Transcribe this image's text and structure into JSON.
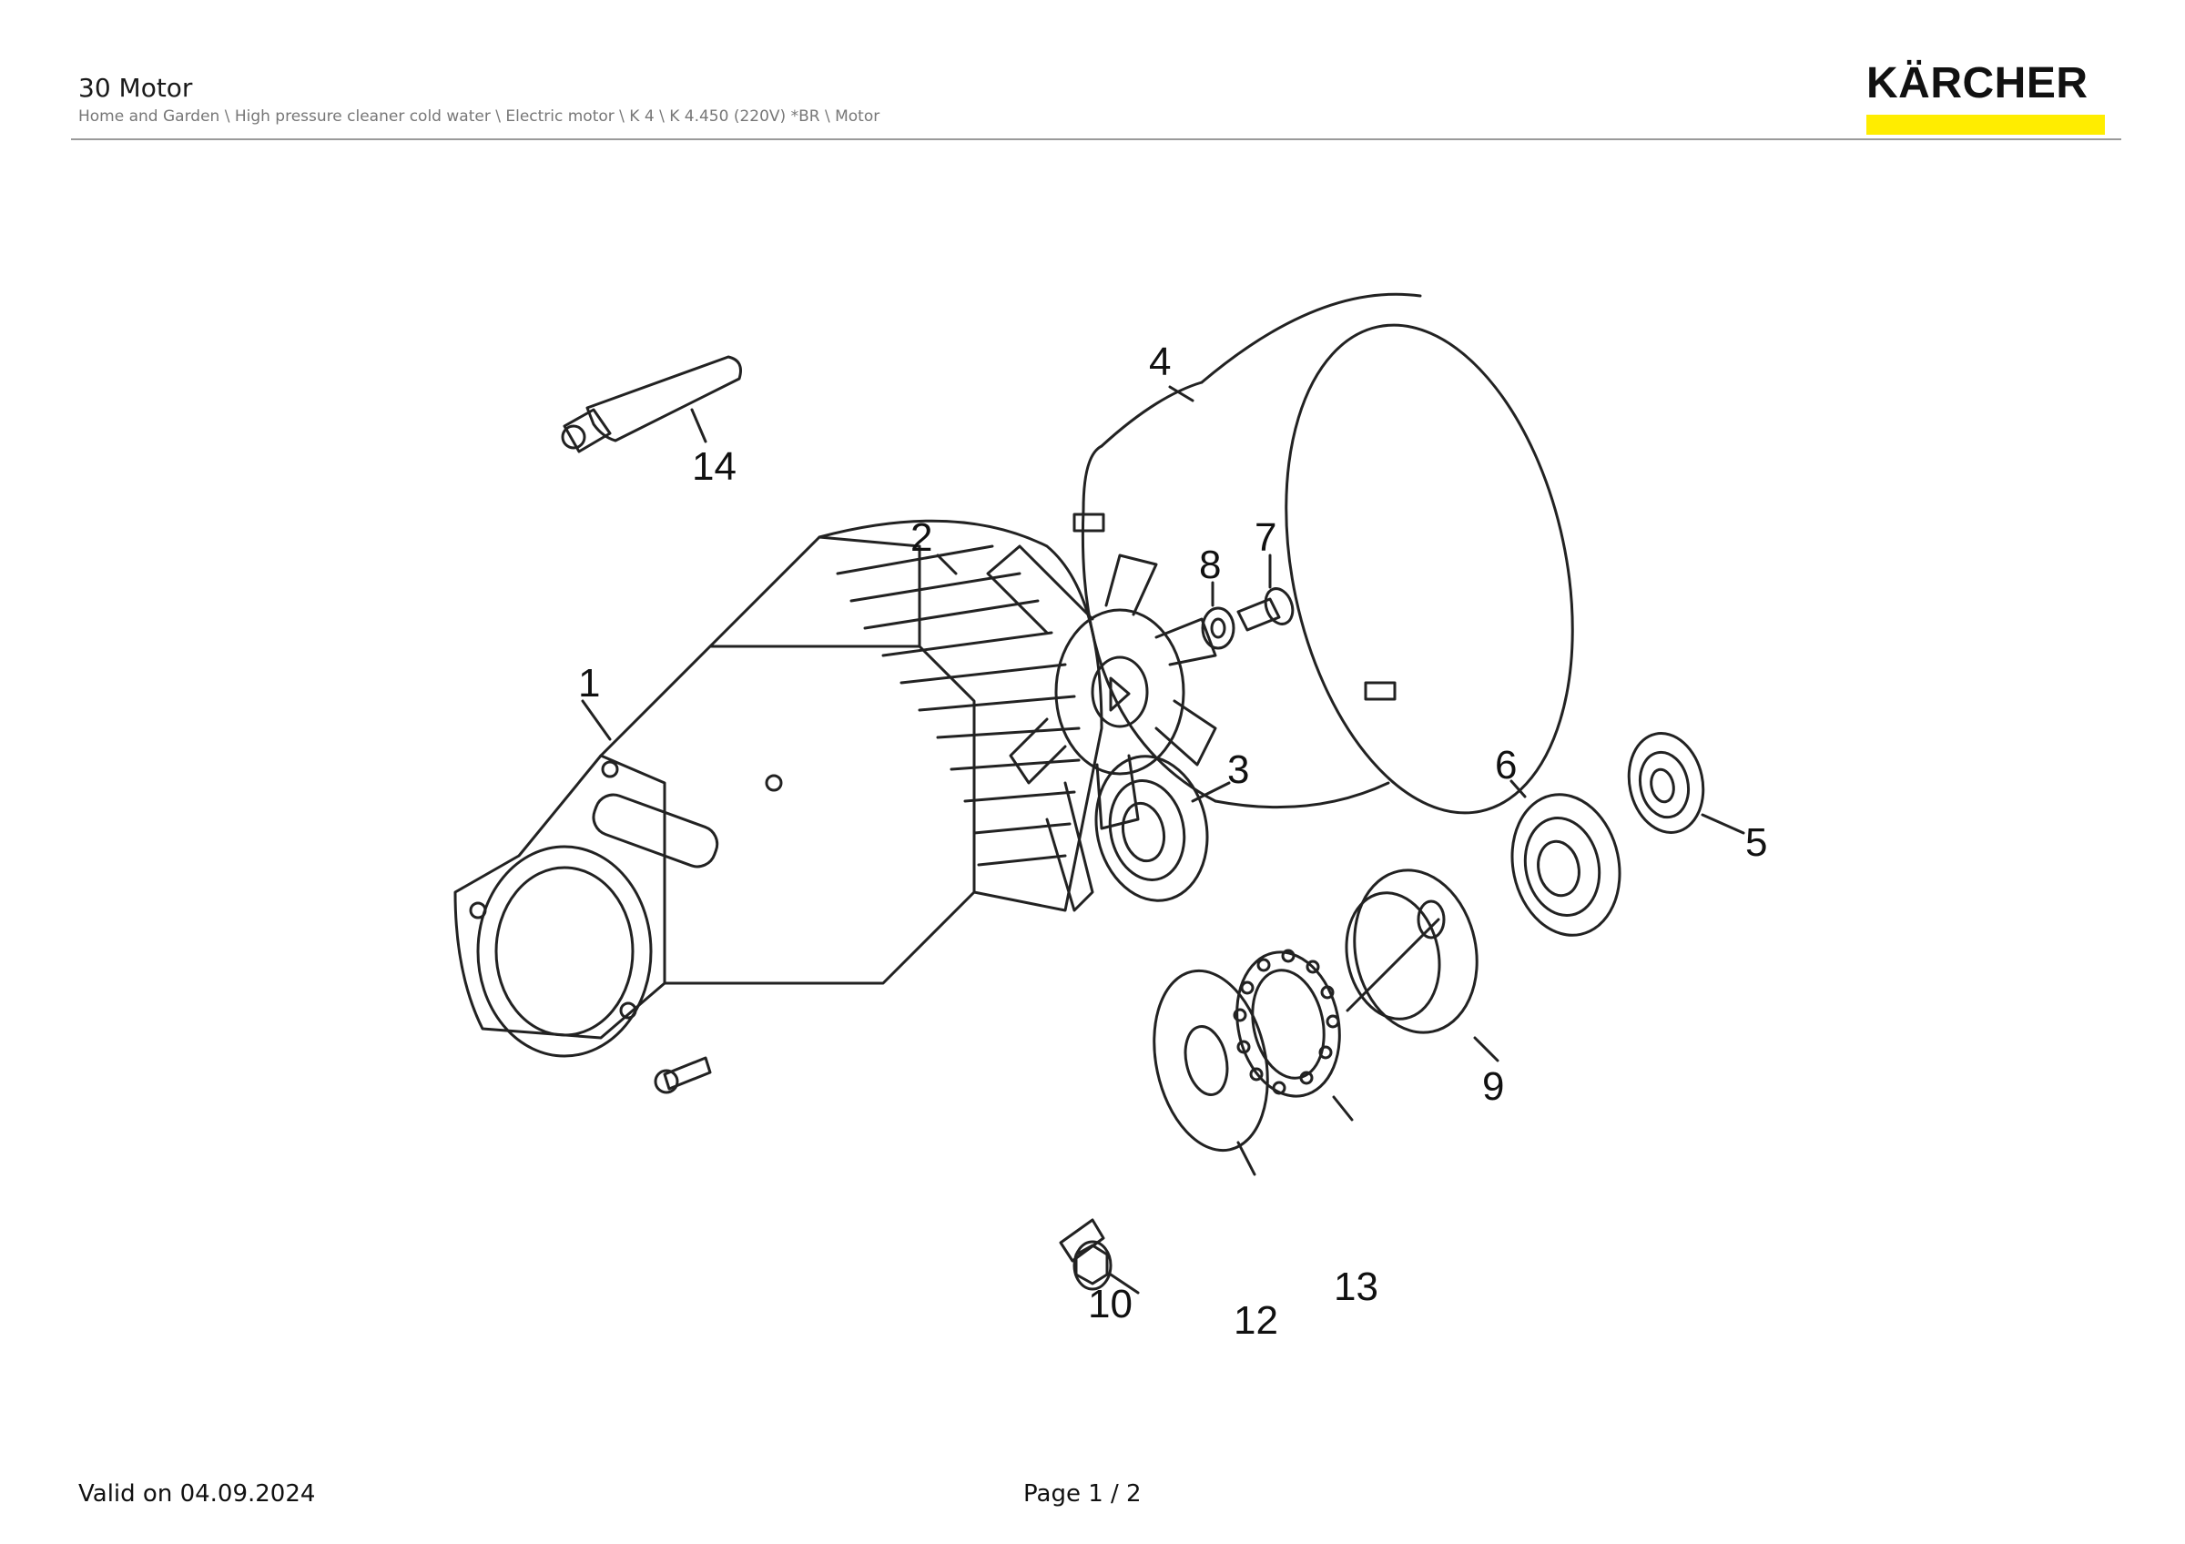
{
  "header": {
    "title": "30 Motor",
    "breadcrumb": "Home and Garden \\ High pressure cleaner cold water \\ Electric motor \\ K 4 \\ K 4.450 (220V) *BR \\ Motor"
  },
  "logo": {
    "text": "KÄRCHER",
    "accent_color": "#ffed00"
  },
  "diagram": {
    "callouts": [
      {
        "id": "1",
        "label": "1"
      },
      {
        "id": "2",
        "label": "2"
      },
      {
        "id": "3",
        "label": "3"
      },
      {
        "id": "4",
        "label": "4"
      },
      {
        "id": "5",
        "label": "5"
      },
      {
        "id": "6",
        "label": "6"
      },
      {
        "id": "7",
        "label": "7"
      },
      {
        "id": "8",
        "label": "8"
      },
      {
        "id": "9",
        "label": "9"
      },
      {
        "id": "10",
        "label": "10"
      },
      {
        "id": "12",
        "label": "12"
      },
      {
        "id": "13",
        "label": "13"
      },
      {
        "id": "14",
        "label": "14"
      }
    ]
  },
  "footer": {
    "valid": "Valid on 04.09.2024",
    "page": "Page 1 / 2"
  }
}
